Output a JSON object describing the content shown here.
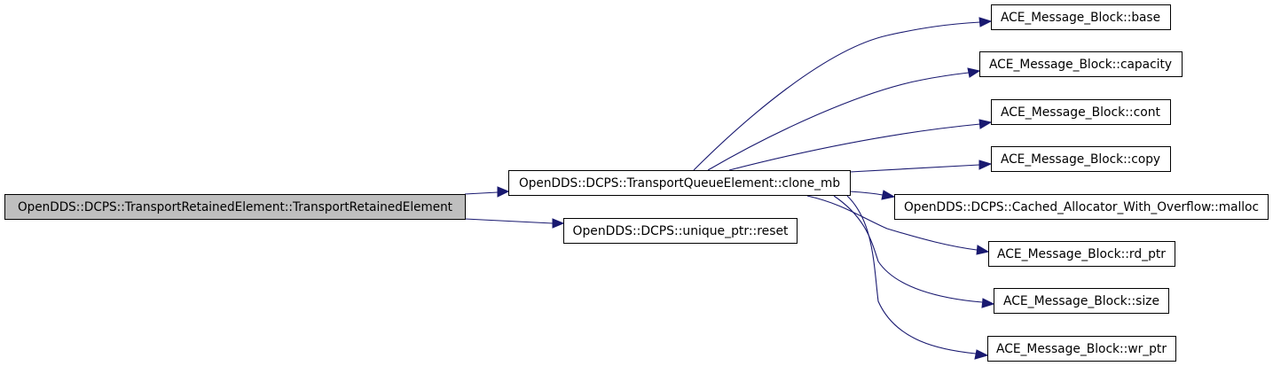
{
  "colors": {
    "root_fill": "#bfbfbf",
    "node_fill": "#ffffff",
    "border": "#000000",
    "edge": "#191970"
  },
  "nodes": {
    "root": "OpenDDS::DCPS::TransportRetainedElement::TransportRetainedElement",
    "clone_mb": "OpenDDS::DCPS::TransportQueueElement::clone_mb",
    "reset": "OpenDDS::DCPS::unique_ptr::reset",
    "base": "ACE_Message_Block::base",
    "capacity": "ACE_Message_Block::capacity",
    "cont": "ACE_Message_Block::cont",
    "copy": "ACE_Message_Block::copy",
    "malloc": "OpenDDS::DCPS::Cached_Allocator_With_Overflow::malloc",
    "rd_ptr": "ACE_Message_Block::rd_ptr",
    "size": "ACE_Message_Block::size",
    "wr_ptr": "ACE_Message_Block::wr_ptr"
  },
  "edges": [
    [
      "root",
      "clone_mb"
    ],
    [
      "root",
      "reset"
    ],
    [
      "clone_mb",
      "base"
    ],
    [
      "clone_mb",
      "capacity"
    ],
    [
      "clone_mb",
      "cont"
    ],
    [
      "clone_mb",
      "copy"
    ],
    [
      "clone_mb",
      "malloc"
    ],
    [
      "clone_mb",
      "rd_ptr"
    ],
    [
      "clone_mb",
      "size"
    ],
    [
      "clone_mb",
      "wr_ptr"
    ]
  ]
}
